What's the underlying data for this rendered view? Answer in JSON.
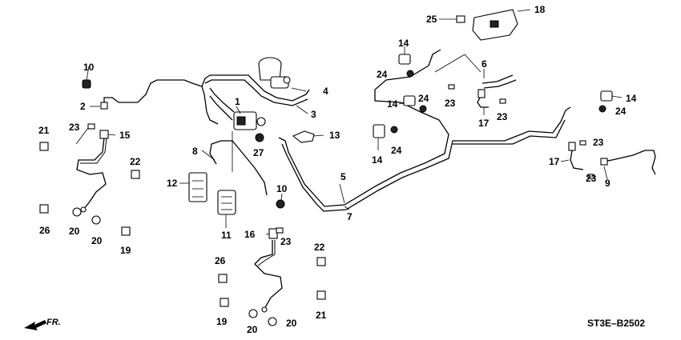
{
  "diagram": {
    "callouts": [
      {
        "id": "c1",
        "text": "1"
      },
      {
        "id": "c2",
        "text": "2"
      },
      {
        "id": "c3",
        "text": "3"
      },
      {
        "id": "c4",
        "text": "4"
      },
      {
        "id": "c5",
        "text": "5"
      },
      {
        "id": "c6",
        "text": "6"
      },
      {
        "id": "c7",
        "text": "7"
      },
      {
        "id": "c8",
        "text": "8"
      },
      {
        "id": "c9",
        "text": "9"
      },
      {
        "id": "c10a",
        "text": "10"
      },
      {
        "id": "c10b",
        "text": "10"
      },
      {
        "id": "c11",
        "text": "11"
      },
      {
        "id": "c12",
        "text": "12"
      },
      {
        "id": "c13",
        "text": "13"
      },
      {
        "id": "c14a",
        "text": "14"
      },
      {
        "id": "c14b",
        "text": "14"
      },
      {
        "id": "c14c",
        "text": "14"
      },
      {
        "id": "c14d",
        "text": "14"
      },
      {
        "id": "c15",
        "text": "15"
      },
      {
        "id": "c16",
        "text": "16"
      },
      {
        "id": "c17a",
        "text": "17"
      },
      {
        "id": "c17b",
        "text": "17"
      },
      {
        "id": "c18",
        "text": "18"
      },
      {
        "id": "c19a",
        "text": "19"
      },
      {
        "id": "c19b",
        "text": "19"
      },
      {
        "id": "c20a",
        "text": "20"
      },
      {
        "id": "c20b",
        "text": "20"
      },
      {
        "id": "c20c",
        "text": "20"
      },
      {
        "id": "c20d",
        "text": "20"
      },
      {
        "id": "c21a",
        "text": "21"
      },
      {
        "id": "c21b",
        "text": "21"
      },
      {
        "id": "c22a",
        "text": "22"
      },
      {
        "id": "c22b",
        "text": "22"
      },
      {
        "id": "c23a",
        "text": "23"
      },
      {
        "id": "c23b",
        "text": "23"
      },
      {
        "id": "c23c",
        "text": "23"
      },
      {
        "id": "c23d",
        "text": "23"
      },
      {
        "id": "c23e",
        "text": "23"
      },
      {
        "id": "c23f",
        "text": "23"
      },
      {
        "id": "c24a",
        "text": "24"
      },
      {
        "id": "c24b",
        "text": "24"
      },
      {
        "id": "c24c",
        "text": "24"
      },
      {
        "id": "c24d",
        "text": "24"
      },
      {
        "id": "c25",
        "text": "25"
      },
      {
        "id": "c26a",
        "text": "26"
      },
      {
        "id": "c26b",
        "text": "26"
      },
      {
        "id": "c27",
        "text": "27"
      }
    ],
    "diagram_code": "ST3E–B2502",
    "front_indicator": "FR."
  }
}
